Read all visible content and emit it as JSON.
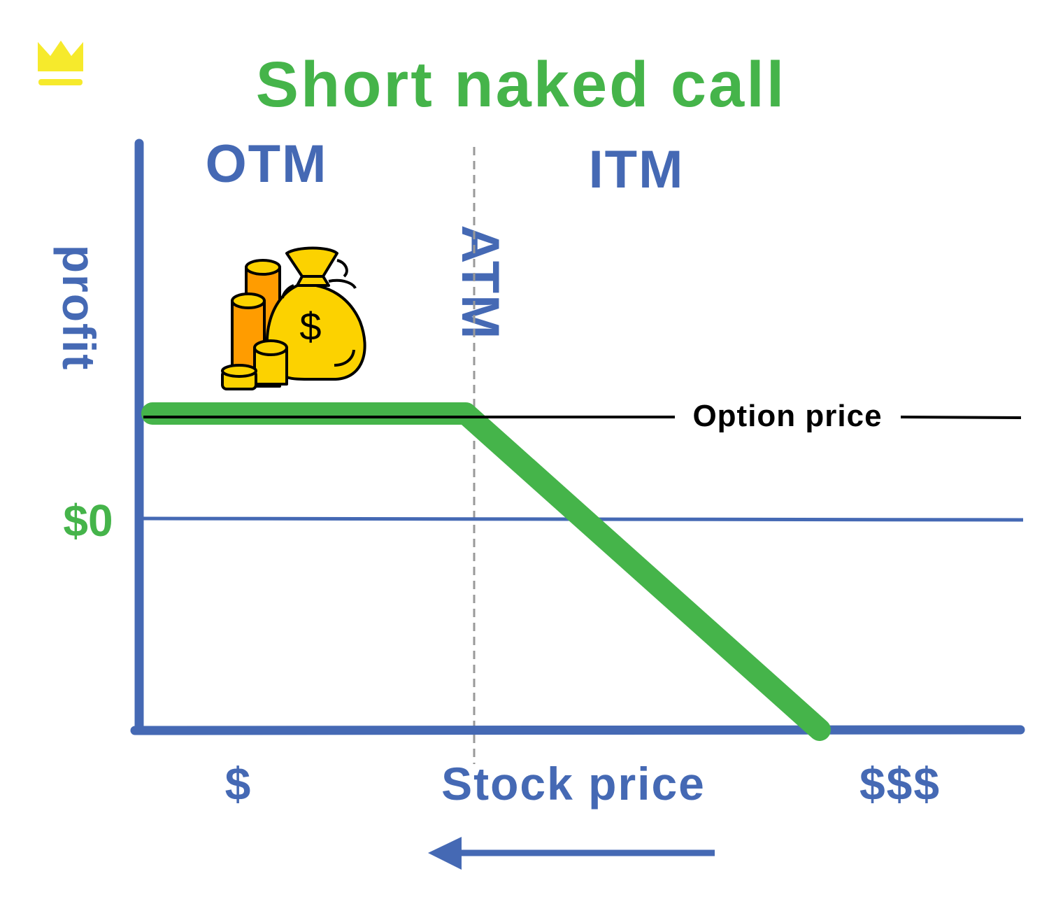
{
  "title": "Short naked call",
  "zones": {
    "otm": "OTM",
    "itm": "ITM",
    "atm": "ATM"
  },
  "labels": {
    "y_axis": "profit",
    "zero": "$0",
    "option_price": "Option price",
    "x_low": "$",
    "x_axis": "Stock price",
    "x_high": "$$$",
    "coin_bag_symbol": "$"
  },
  "colors": {
    "axis_blue": "#4569b4",
    "payoff_green": "#45b44a",
    "option_line": "#000000",
    "atm_dash": "#999999",
    "crown": "#f6ea2c",
    "bag_gold": "#fcd200",
    "coin_orange": "#ff9c00"
  },
  "icons": {
    "logo": "crown-icon",
    "money": "money-bag-icon"
  }
}
